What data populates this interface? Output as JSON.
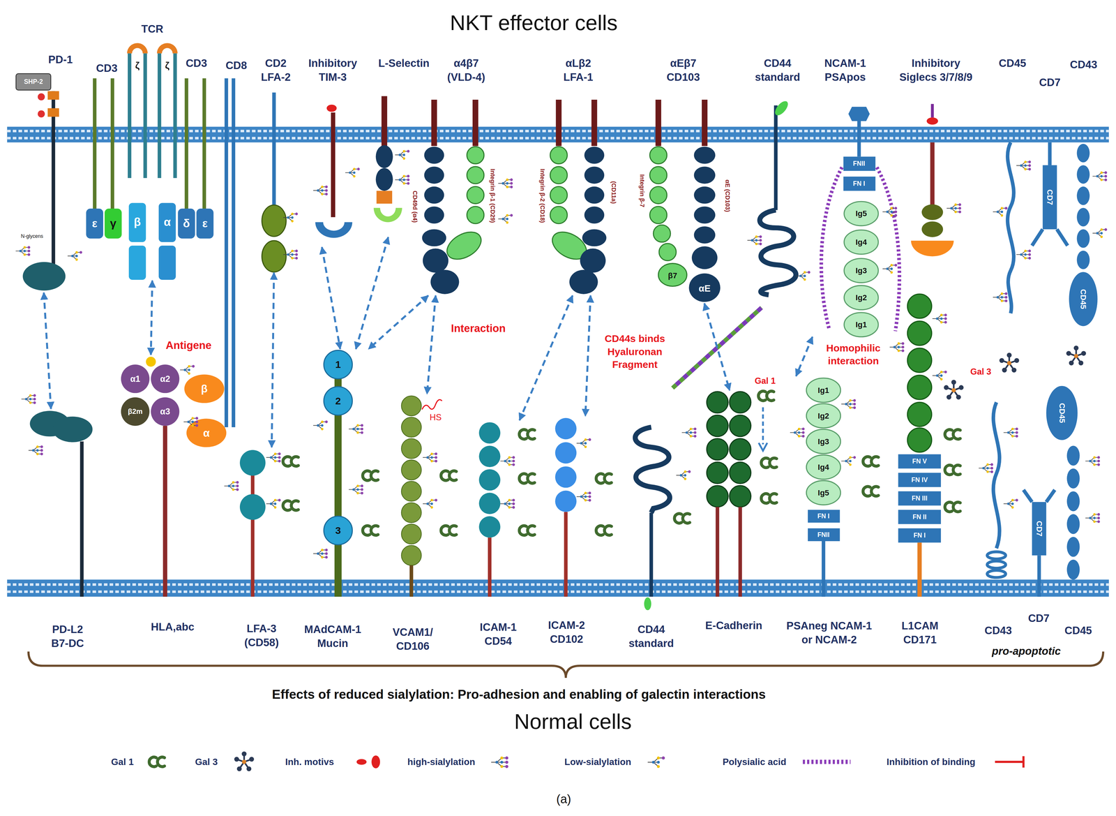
{
  "diagram": {
    "title": "NKT effector cells",
    "caption": "(a)",
    "nodes": [
      {
        "text": [
          "PD-1"
        ]
      },
      {
        "text": [
          "SHP-2"
        ],
        "in": 0
      },
      {
        "text": [
          "CD3"
        ]
      },
      {
        "text": [
          "TCR"
        ]
      },
      {
        "text": [
          "CD3"
        ]
      },
      {
        "text": [
          "CD8"
        ]
      },
      {
        "text": [
          "CD2 LFA-2"
        ]
      },
      {
        "text": [
          "Inhibitory TIM-3"
        ]
      },
      {
        "text": [
          "L-Selectin"
        ]
      },
      {
        "text": [
          "α4β7 (VLD-4)"
        ]
      },
      {
        "text": [
          "αLβ2 LFA-1"
        ]
      },
      {
        "text": [
          "αEβ7 CD103"
        ]
      },
      {
        "text": [
          "CD44 standard"
        ]
      },
      {
        "text": [
          "NCAM-1 PSApos"
        ]
      },
      {
        "text": [
          "Inhibitory Siglecs 3/7/8/9"
        ]
      },
      {
        "text": [
          "CD45"
        ]
      },
      {
        "text": [
          "CD7"
        ]
      },
      {
        "text": [
          "CD43"
        ]
      },
      {
        "text": [
          "PD-L2 B7-DC"
        ]
      },
      {
        "text": [
          "HLA,abc"
        ]
      },
      {
        "text": [
          "LFA-3 (CD58)"
        ]
      },
      {
        "text": [
          "MAdCAM-1 Mucin"
        ]
      },
      {
        "text": [
          "VCAM1/ CD106"
        ]
      },
      {
        "text": [
          "ICAM-1 CD54"
        ]
      },
      {
        "text": [
          "ICAM-2 CD102"
        ]
      },
      {
        "text": [
          "CD44 standard"
        ]
      },
      {
        "text": [
          "E-Cadherin"
        ]
      },
      {
        "text": [
          "PSAneg NCAM-1 or NCAM-2"
        ]
      },
      {
        "text": [
          "L1CAM CD171"
        ]
      },
      {
        "text": [
          "CD43"
        ]
      },
      {
        "text": [
          "CD7"
        ]
      },
      {
        "text": [
          "CD45"
        ]
      }
    ],
    "edges": [
      {
        "from": 0,
        "to": 18,
        "arrow": "both"
      },
      {
        "from": 3,
        "to": 19,
        "arrow": "both"
      },
      {
        "from": 6,
        "to": 20,
        "arrow": "both"
      },
      {
        "from": 7,
        "to": 21,
        "arrow": "both"
      },
      {
        "from": 8,
        "to": 21,
        "arrow": "both"
      },
      {
        "from": 9,
        "to": 21,
        "arrow": "both"
      },
      {
        "from": 9,
        "to": 22,
        "arrow": "both"
      },
      {
        "from": 10,
        "to": 23,
        "arrow": "both"
      },
      {
        "from": 10,
        "to": 24,
        "arrow": "both"
      },
      {
        "from": 11,
        "to": 26,
        "arrow": "both"
      },
      {
        "from": 13,
        "to": 27,
        "arrow": "both"
      }
    ],
    "labels": [
      "ζ",
      "ζ",
      "ε",
      "γ",
      "β",
      "α",
      "δ",
      "ε",
      "N-glycens",
      "Antigene",
      "α1",
      "α2",
      "β2m",
      "α3",
      "β",
      "α",
      "1",
      "2",
      "3",
      "HS",
      "CD49d (α4)",
      "Integrin β-1 (CD29)",
      "Integrin β-2 (CD18)",
      "(CD11a)",
      "Integrin β-7",
      "αE (CD103)",
      "β7",
      "αE",
      "Interaction",
      "CD44s binds Hyaluronan Fragment",
      "FNII",
      "FN I",
      "Ig5",
      "Ig4",
      "Ig3",
      "Ig2",
      "Ig1",
      "Homophilic interaction",
      "Gal 1",
      "Ig1",
      "Ig2",
      "Ig3",
      "Ig4",
      "Ig5",
      "FN I",
      "FNII",
      "FN V",
      "FN IV",
      "FN III",
      "FN II",
      "FN I",
      "Gal 3",
      "CD7",
      "CD45",
      "CD45",
      "CD7",
      "pro-apoptotic",
      "Effects of reduced sialylation: Pro-adhesion and enabling of galectin interactions",
      "Normal cells"
    ],
    "legend": [
      {
        "text": "Gal 1"
      },
      {
        "text": "Gal 3"
      },
      {
        "text": "Inh. motivs"
      },
      {
        "text": "high-sialylation"
      },
      {
        "text": "Low-sialylation"
      },
      {
        "text": "Polysialic acid"
      },
      {
        "text": "Inhibition of binding"
      }
    ]
  }
}
